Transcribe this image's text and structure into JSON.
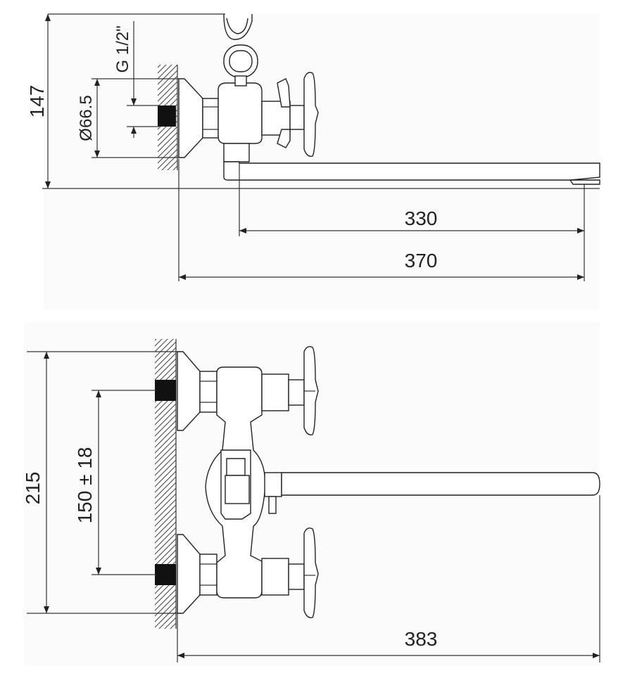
{
  "top_view": {
    "dim_height": "147",
    "dim_diameter": "Ø66.5",
    "dim_thread": "G 1/2\"",
    "dim_spout_reach": "330",
    "dim_total_length": "370"
  },
  "front_view": {
    "dim_total_height": "215",
    "dim_center_distance": "150 ± 18",
    "dim_total_length": "383"
  }
}
